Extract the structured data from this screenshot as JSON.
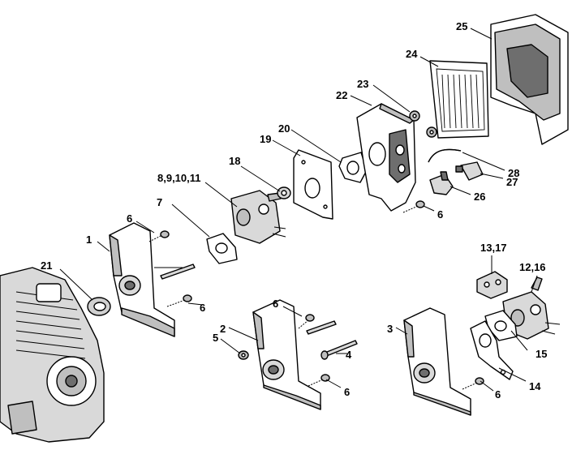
{
  "colors": {
    "line": "#000000",
    "fill_light": "#ffffff",
    "fill_mid": "#bfbfbf",
    "fill_dark": "#6e6e6e"
  },
  "callouts": {
    "c1": "1",
    "c2": "2",
    "c3": "3",
    "c4": "4",
    "c5": "5",
    "c6a": "6",
    "c6b": "6",
    "c6c": "6",
    "c6d": "6",
    "c6e": "6",
    "c7": "7",
    "c8": "8,9,10,11",
    "c12": "12,16",
    "c13": "13,17",
    "c14": "14",
    "c15": "15",
    "c18": "18",
    "c19": "19",
    "c20": "20",
    "c21": "21",
    "c22": "22",
    "c23": "23",
    "c24": "24",
    "c25": "25",
    "c26": "26",
    "c27": "27",
    "c28": "28"
  }
}
